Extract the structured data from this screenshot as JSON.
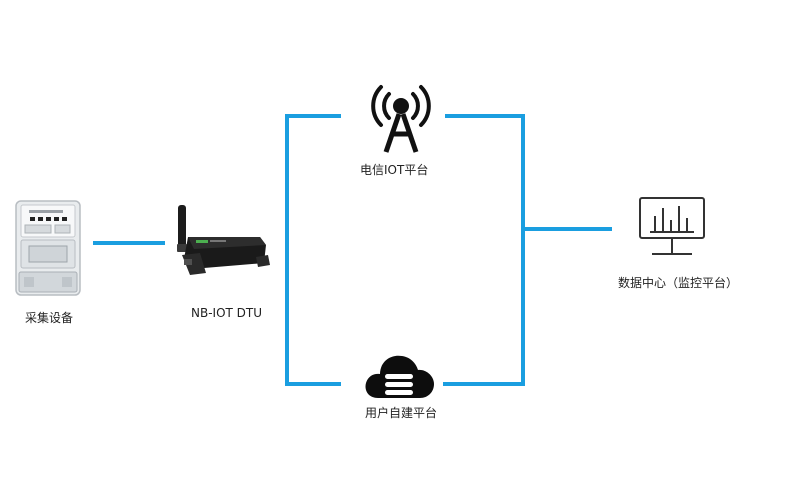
{
  "nodes": {
    "meter": {
      "label": "采集设备"
    },
    "dtu": {
      "label": "NB-IOT DTU"
    },
    "telecom": {
      "label": "电信IOT平台"
    },
    "user_platform": {
      "label": "用户自建平台"
    },
    "data_center": {
      "label": "数据中心（监控平台）"
    }
  },
  "colors": {
    "connector": "#1a9ee0",
    "icon": "#111111",
    "monitor_outline": "#333333",
    "background": "#ffffff"
  }
}
